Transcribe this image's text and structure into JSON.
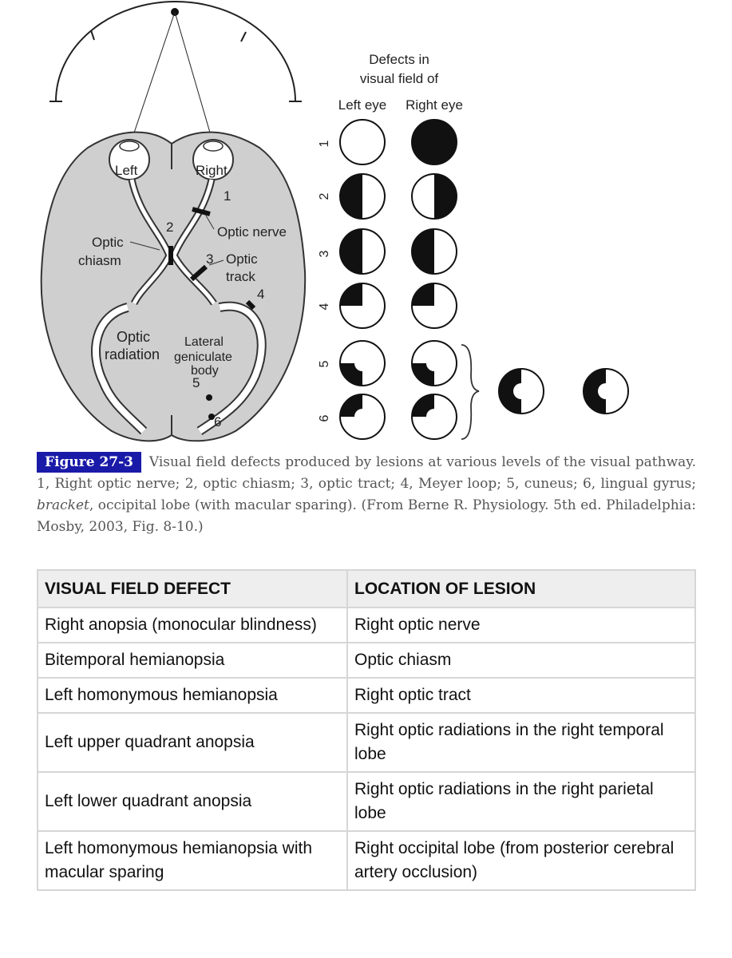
{
  "figure": {
    "header": {
      "line1": "Defects in",
      "line2": "visual field of",
      "left_eye": "Left eye",
      "right_eye": "Right eye"
    },
    "brain_labels": {
      "left": "Left",
      "right": "Right",
      "optic_nerve": "Optic nerve",
      "optic_chiasm_1": "Optic",
      "optic_chiasm_2": "chiasm",
      "optic_track_1": "Optic",
      "optic_track_2": "track",
      "optic_radiation_1": "Optic",
      "optic_radiation_2": "radiation",
      "lgb_1": "Lateral",
      "lgb_2": "geniculate",
      "lgb_3": "body",
      "n1": "1",
      "n2": "2",
      "n3": "3",
      "n4": "4",
      "n5": "5",
      "n6": "6"
    },
    "row_numbers": [
      "1",
      "2",
      "3",
      "4",
      "5",
      "6"
    ]
  },
  "caption": {
    "label": "Figure 27-3",
    "text_before": "Visual field defects produced by lesions at various levels of the visual pathway. 1, Right optic nerve; 2, optic chiasm; 3, optic tract; 4, Meyer loop; 5, cuneus; 6, lingual gyrus; ",
    "italic": "bracket",
    "text_after": ", occipital lobe (with macular sparing). (From Berne R. Physiology. 5th ed. Philadelphia: Mosby, 2003, Fig. 8-10.)"
  },
  "table": {
    "headers": [
      "VISUAL FIELD DEFECT",
      "LOCATION OF LESION"
    ],
    "rows": [
      [
        "Right anopsia (monocular blindness)",
        "Right optic nerve"
      ],
      [
        "Bitemporal hemianopsia",
        "Optic chiasm"
      ],
      [
        "Left homonymous hemianopsia",
        "Right optic tract"
      ],
      [
        "Left upper quadrant anopsia",
        "Right optic radiations in the right temporal lobe"
      ],
      [
        "Left lower quadrant anopsia",
        "Right optic radiations in the right parietal lobe"
      ],
      [
        "Left homonymous hemianopsia with macular sparing",
        "Right occipital lobe (from posterior cerebral artery occlusion)"
      ]
    ]
  }
}
